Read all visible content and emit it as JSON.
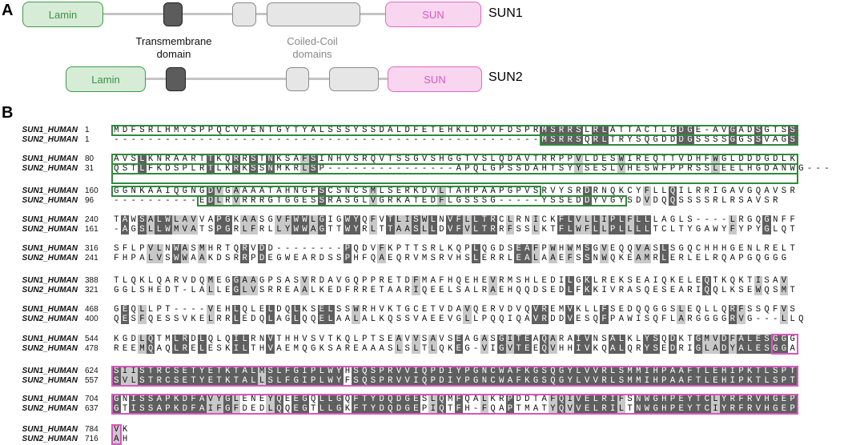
{
  "panel_a": {
    "letter": "A",
    "sun1": {
      "label": "SUN1",
      "lamin": "Lamin",
      "sun": "SUN"
    },
    "sun2": {
      "label": "SUN2",
      "lamin": "Lamin",
      "sun": "SUN"
    },
    "notes": {
      "tm": "Transmembrane\ndomain",
      "cc": "Coiled-Coil\ndomains"
    }
  },
  "panel_b": {
    "letter": "B",
    "blocks": [
      {
        "r1": {
          "name": "SUN1_HUMAN",
          "num": "1",
          "seq": "MDFSRLHMYSPPQCVPENTGYTYALSSSYSSDALDFETEHKLDPVFDSPRMSRRSLRLATTACTLGDGE-AVGADSGTSS"
        },
        "r2": {
          "name": "SUN2_HUMAN",
          "num": "1",
          "seq": "--------------------------------------------------MSRRSQRLTRYSQGDDDGSSSSGGSSVAGS"
        }
      },
      {
        "r1": {
          "name": "SUN1_HUMAN",
          "num": "80",
          "seq": "AVSLKNRAARTTKQRRSTNKSAFSINHVSRQVTSSGVSHGGTVSLQDAVTRRPPVLDESWIREQTTVDHFWGLDDDGDLK"
        },
        "r2": {
          "name": "SUN2_HUMAN",
          "num": "31",
          "seq": "QSTLFKDSPLRTLKRKSSNMKRLSP---------------APQLGPSSDAHTSYYSESLVHESWFPPRSSLEELHGDANWG---"
        }
      },
      {
        "r1": {
          "name": "SUN1_HUMAN",
          "num": "160",
          "seq": "GGNKAAIQGNGDVGAAAATAHNGFSCSNCSMLSERKDVLTAHPAAPGPVSRVYSRDRNQKCYFLLQILRRIGAVGQAVSR"
        },
        "r2": {
          "name": "SUN2_HUMAN",
          "num": "96",
          "seq": "----------EDLRVRRRGTGGESSRASGLVGRKATEDFLGSSSG-----YSSEDDYVGYSDVDQQSSSSRLRSAVSR"
        }
      },
      {
        "r1": {
          "name": "SUN1_HUMAN",
          "num": "240",
          "seq": "TAWSALWLAVVAPGKAASGVFWWLGIGWYQFVTLISWLNVFLLTRCLRNICKFLVLLIPLFLLLAGLS----LRGQGNFF"
        },
        "r2": {
          "name": "SUN2_HUMAN",
          "num": "161",
          "seq": "-AGSLLWMVATSPGRLFRLLYWWAGTTWYRLTTAASLLDVFVLTRRFSSLKTFLWFLLPLLLLTCLTYGAWYFYPYGLQT"
        }
      },
      {
        "r1": {
          "name": "SUN1_HUMAN",
          "num": "316",
          "seq": "SFLPVLNWASMHRTQRVDD--------PQDVFKPTTSRLKQPLQGDSEAFPWHWMSGVEQQVASLSGQCHHHGENLRELT"
        },
        "r2": {
          "name": "SUN2_HUMAN",
          "num": "241",
          "seq": "FHPALVSWWAAKDSRRPDEGWEARDSSPHFQAEQRVMSRVHSLERRLEALAAEFSSNWQKEAMRLERLELRQAPGQGGG"
        }
      },
      {
        "r1": {
          "name": "SUN1_HUMAN",
          "num": "388",
          "seq": "TLQKLQARVDQMEGGAAGPSASVRDAVGQPPRETDFMAFHQEHEVRMSHLEDILGKLREKSEAIQKELEQTKQKTISAV"
        },
        "r2": {
          "name": "SUN2_HUMAN",
          "num": "321",
          "seq": "GGLSHEDT-LALLEGLVSRREAALKEDFRRETAARIQEELSALRAEHQQDSEDLFKKIVRASQESEARIQQLKSEWQSMT"
        }
      },
      {
        "r1": {
          "name": "SUN1_HUMAN",
          "num": "468",
          "seq": "GEQLLPT----VEHLQLELDQLKSELSSWRHVKTGCETVDAVQERVDVQVREMVKLLFSEDQQGGSLEQLLQRFSSQFVS"
        },
        "r2": {
          "name": "SUN2_HUMAN",
          "num": "400",
          "seq": "QESFQESSVKELRRLEDQLAGLQQELAALALKQSSVAEEVGLLPQQIQAVRDDVESQFPAWISQFLARGGGGRVG---LLQ"
        }
      },
      {
        "r1": {
          "name": "SUN1_HUMAN",
          "num": "544",
          "seq": "KGDLQTMLRDLQLQILRNVTHHVSVTKQLPTSEAVVSAVSEAGASGITEAQARAIVNSALKLYSQDKTGMVDFALESGGG"
        },
        "r2": {
          "name": "SUN2_HUMAN",
          "num": "478",
          "seq": "REEMQAQLRELESKILTHVAEMQGKSAREAAASLSLTLQKEG-VIGVTEEQVHHIVKQALQRYSEDRIGLADYALESGGA"
        }
      },
      {
        "r1": {
          "name": "SUN1_HUMAN",
          "num": "624",
          "seq": "SIISTRCSETYETKTALMSLFGIPLWYHSQSPRVVIQPDIYPGNCWAFKGSQGYLVVRLSMMIHPAAFTLEHIPKTLSPT"
        },
        "r2": {
          "name": "SUN2_HUMAN",
          "num": "557",
          "seq": "SVLSTRCSETYETKTALLSLFGIPLWYFSQSPRVVIQPDIYPGNCWAFKGSQGYLVVRLSMMIHPAAFTLEHIPKTLSPT"
        }
      },
      {
        "r1": {
          "name": "SUN1_HUMAN",
          "num": "704",
          "seq": "GNISSAPKDFAVYGLENEYQEEGQLLGQFTYDQDGESLQMFQALKRPDDTAFQIVELRIFSNWGHPEYTCLYRFRVHGEP"
        },
        "r2": {
          "name": "SUN2_HUMAN",
          "num": "637",
          "seq": "GTISSAPKDFAIFGFDEDLQQEGTLLGKFTYDQDGEPIQTFH-FQAPTMATYQVVELRILTNWGHPEYTCIYRFRVHGEP"
        }
      },
      {
        "r1": {
          "name": "SUN1_HUMAN",
          "num": "784",
          "seq": "VK"
        },
        "r2": {
          "name": "SUN2_HUMAN",
          "num": "716",
          "seq": "AH"
        }
      }
    ]
  }
}
